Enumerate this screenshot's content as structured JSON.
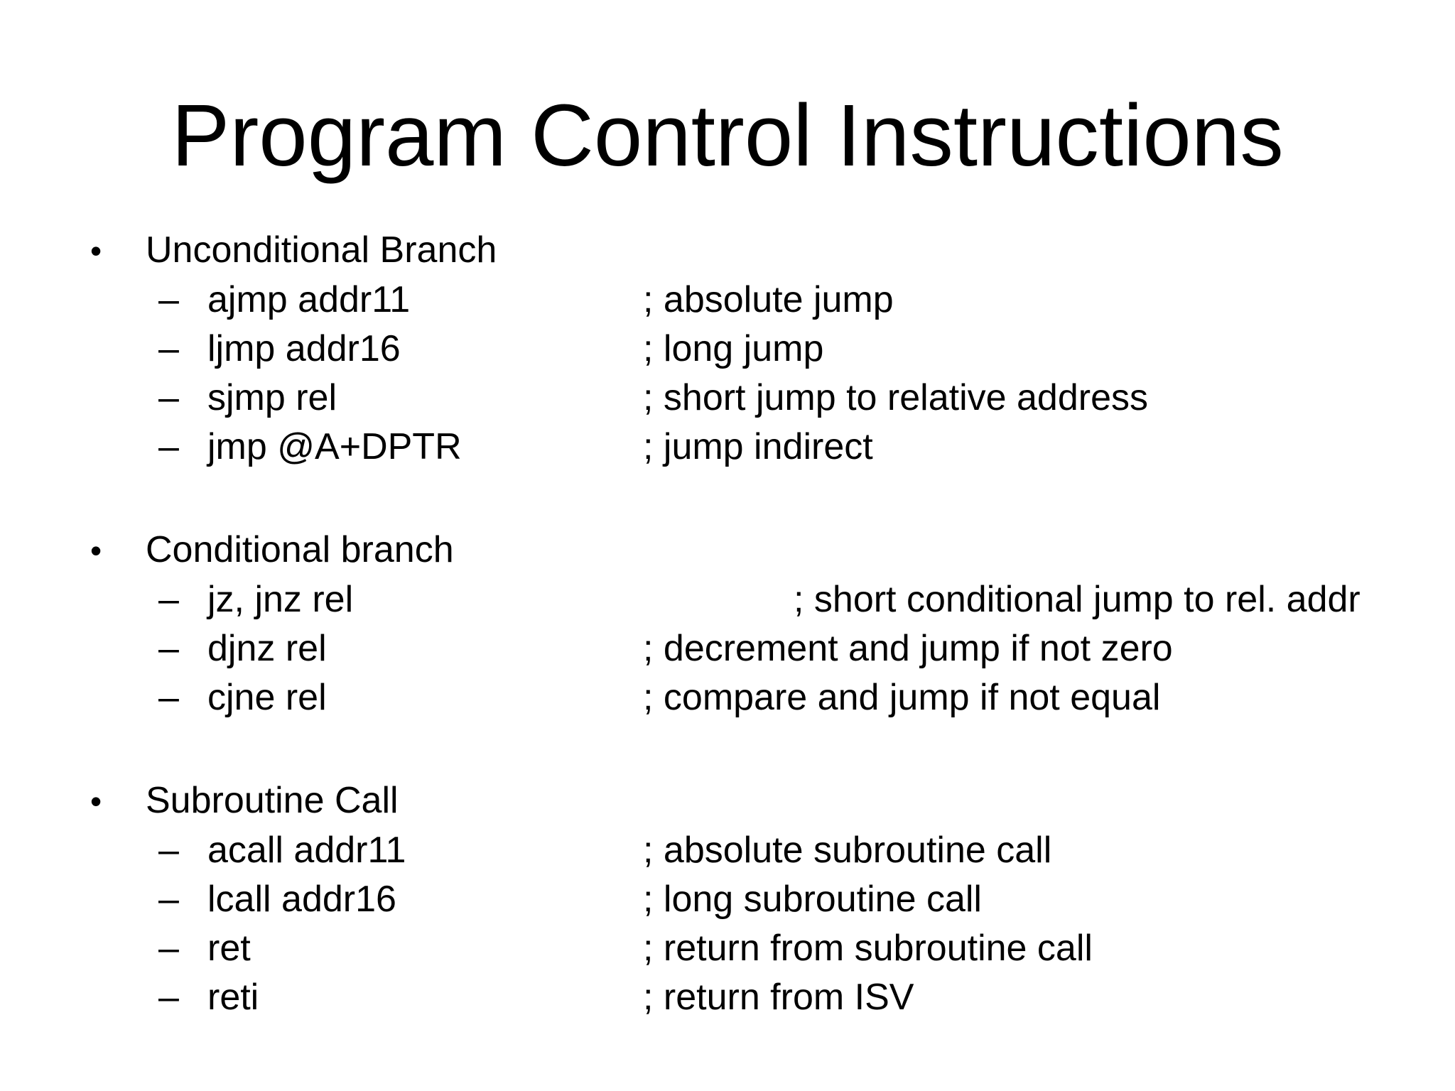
{
  "colors": {
    "background": "#ffffff",
    "text": "#000000"
  },
  "slide": {
    "title": "Program Control Instructions",
    "bullet_glyph": "•",
    "dash_glyph": "–",
    "sections": [
      {
        "heading": "Unconditional Branch",
        "items": [
          {
            "instruction": "ajmp addr11",
            "comment": "; absolute jump"
          },
          {
            "instruction": "ljmp addr16",
            "comment": "; long jump"
          },
          {
            "instruction": "sjmp rel",
            "comment": "; short jump to relative address"
          },
          {
            "instruction": "jmp @A+DPTR",
            "comment": "; jump indirect"
          }
        ]
      },
      {
        "heading": "Conditional branch",
        "items": [
          {
            "instruction": "jz, jnz rel",
            "comment": "; short conditional jump to rel. addr",
            "wide_comment": true
          },
          {
            "instruction": "djnz rel",
            "comment": "; decrement and jump if not zero"
          },
          {
            "instruction": "cjne rel",
            "comment": "; compare and jump if not equal"
          }
        ]
      },
      {
        "heading": "Subroutine Call",
        "items": [
          {
            "instruction": "acall addr11",
            "comment": "; absolute subroutine call"
          },
          {
            "instruction": "lcall addr16",
            "comment": "; long subroutine call"
          },
          {
            "instruction": "ret",
            "comment": "; return from subroutine call"
          },
          {
            "instruction": "reti",
            "comment": "; return from ISV"
          }
        ]
      }
    ]
  }
}
